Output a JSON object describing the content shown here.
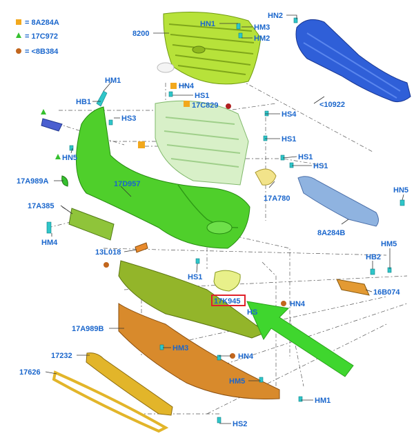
{
  "legend": [
    {
      "symbol": "square",
      "color": "#f2a81d",
      "text": "= 8A284A"
    },
    {
      "symbol": "triangle",
      "color": "#35c02f",
      "text": "= 17C972"
    },
    {
      "symbol": "circle",
      "color": "#c2661d",
      "text": "= <8B384"
    }
  ],
  "callouts": {
    "c8200": "8200",
    "hn1_top": "HN1",
    "hm3_top": "HM3",
    "hm2_top": "HM2",
    "hn2_top": "HN2",
    "c10922": "<10922",
    "hm1_left": "HM1",
    "hb1": "HB1",
    "hs3": "HS3",
    "hn4_top": "HN4",
    "hs1_a": "HS1",
    "c17c829": "17C829",
    "hs4": "HS4",
    "hs1_b": "HS1",
    "hs1_c": "HS1",
    "hs1_d": "HS1",
    "hn5_left": "HN5",
    "c17a989a": "17A989A",
    "c17d957": "17D957",
    "c17a780": "17A780",
    "hn5_right": "HN5",
    "c17a385": "17A385",
    "c8a284b": "8A284B",
    "hm4": "HM4",
    "c13l018": "13L018",
    "hm5_right": "HM5",
    "hb2": "HB2",
    "hs1_e": "HS1",
    "c17k945": "17K945",
    "hn4_mid": "HN4",
    "c16b074": "16B074",
    "hs_partial": "HS",
    "c17a989b": "17A989B",
    "hm3_low": "HM3",
    "c17232": "17232",
    "hn4_low": "HN4",
    "c17626": "17626",
    "hm5_low": "HM5",
    "hm1_low": "HM1",
    "hs2": "HS2"
  },
  "colors": {
    "label": "#1a66cc",
    "highlight_box": "#e0202a",
    "arrow": "#3fd62e",
    "fascia_green": "#4fcf2b",
    "grille_yellow_green": "#b7e23a",
    "reinforcement_blue": "#2f5fd8",
    "absorber_light_blue": "#8fb3e0",
    "deflector_olive": "#93b52a",
    "lower_orange": "#d88a2c",
    "grille_gold": "#e2b52a",
    "clip_cyan": "#2fc6c9"
  }
}
